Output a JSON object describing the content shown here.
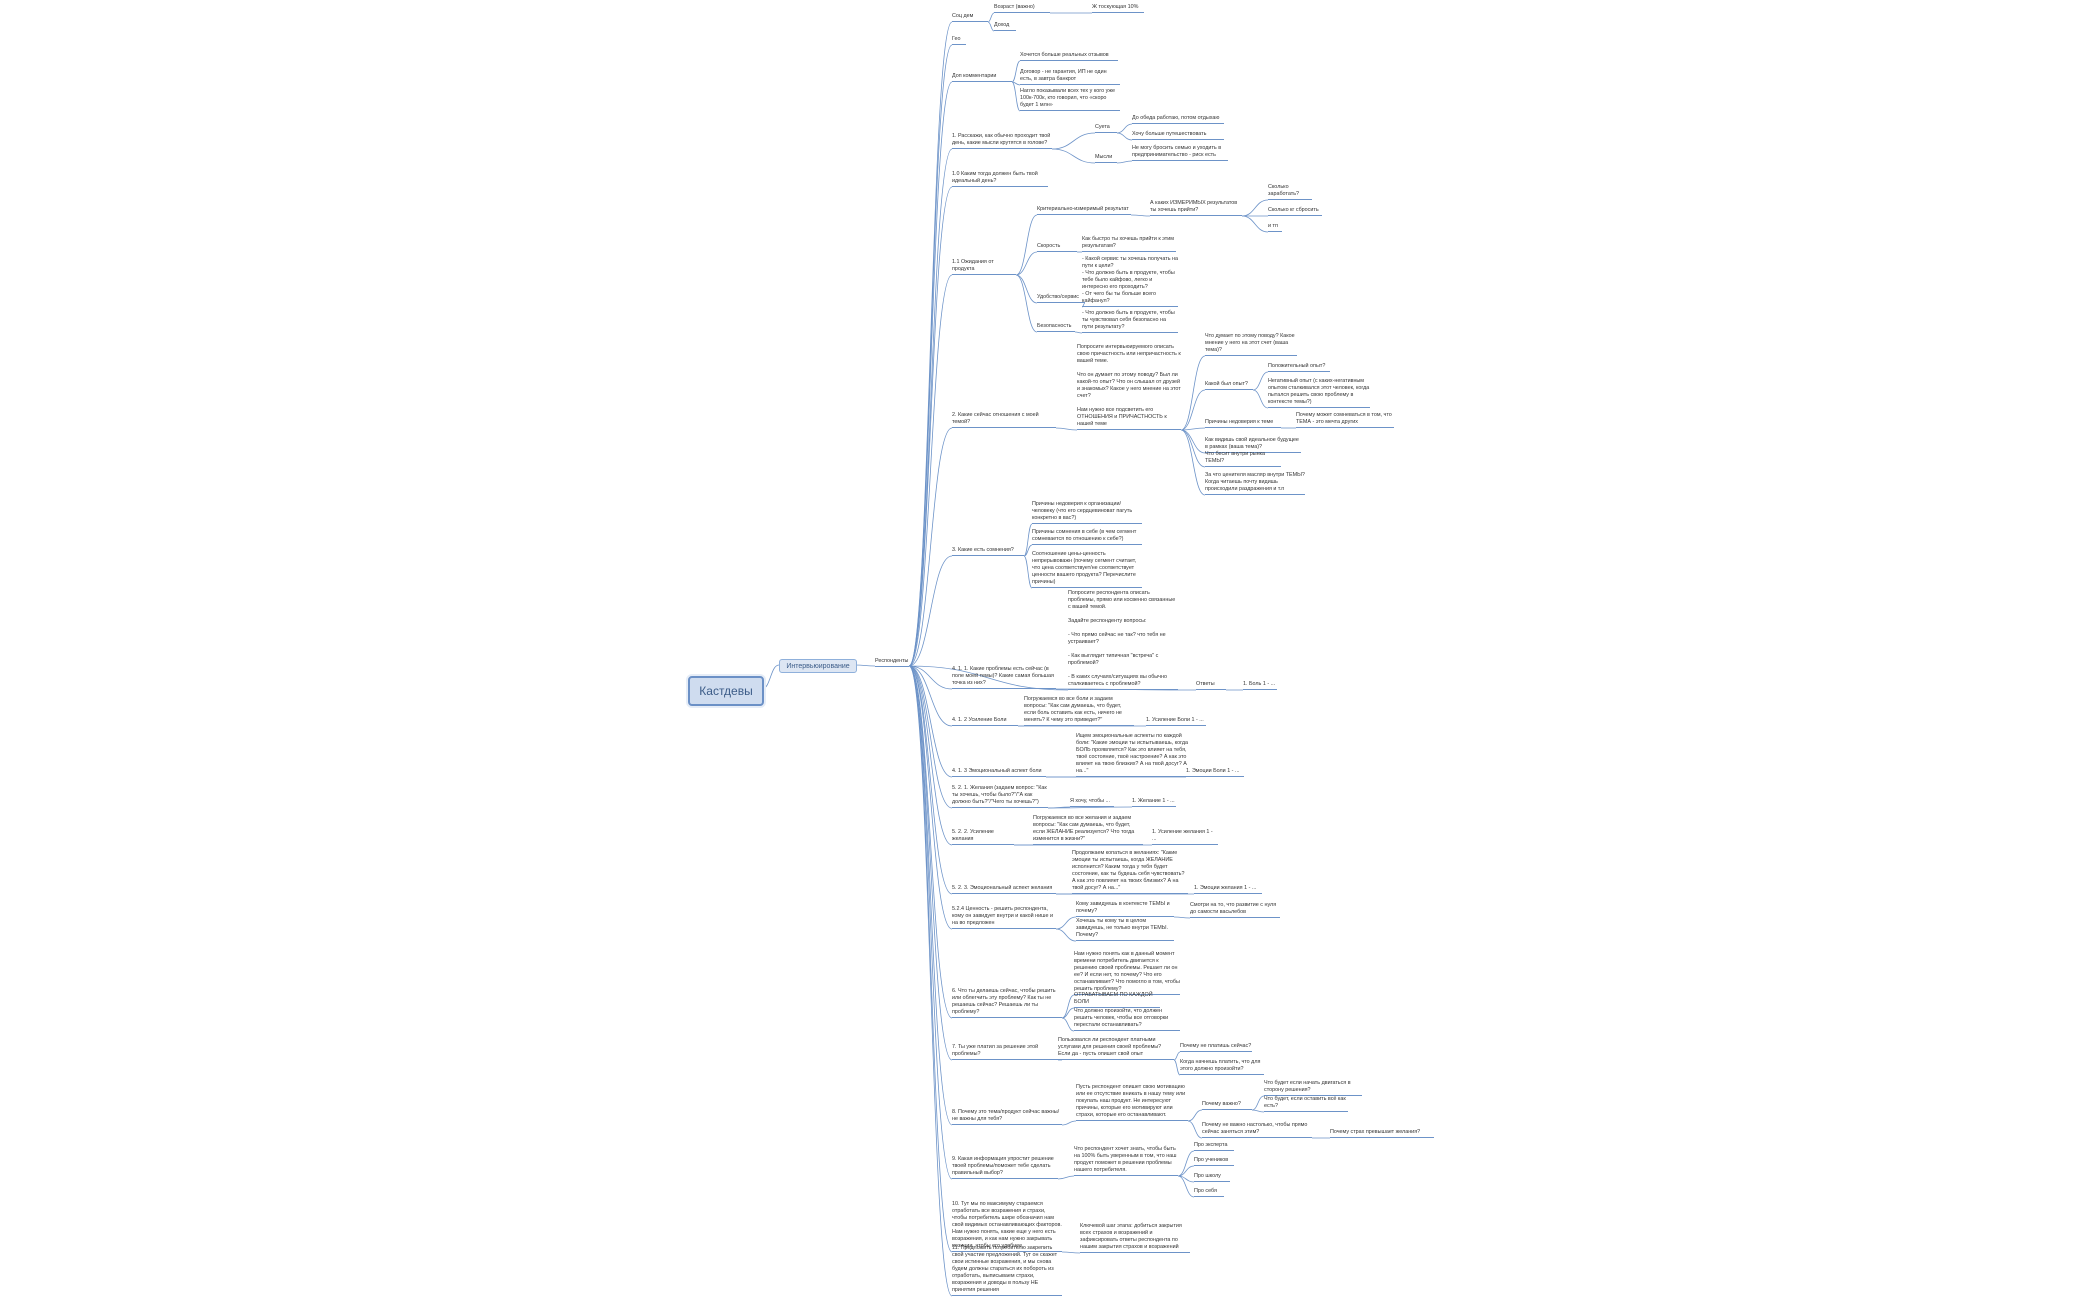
{
  "root": "Кастдевы",
  "main": "Интервьюирование",
  "branch": "Респонденты",
  "colors": {
    "line": "#6d93c8",
    "root_fill": "#cfdcef",
    "root_border": "#6b90c6",
    "main_fill": "#dde6f3"
  },
  "nodes": [
    {
      "t": "Соц дем"
    },
    {
      "t": "Возраст (важно)"
    },
    {
      "t": "Ж тоскующая 10%"
    },
    {
      "t": "Доход"
    },
    {
      "t": "Гео"
    },
    {
      "t": "Доп комментарии"
    },
    {
      "t": "Хочется больше реальных отзывов"
    },
    {
      "t": "Договор - не гарантия, ИП не один есть, в завтра банкрот"
    },
    {
      "t": "Нагло показывали всех тех у кого уже 100к-700к, кто говорил, что «скоро будет 1 млн»"
    },
    {
      "t": "1. Расскажи, как обычно проходит твой день, какие мысли крутятся в голове?"
    },
    {
      "t": "Суета"
    },
    {
      "t": "До обеда работаю, потом отдыхаю"
    },
    {
      "t": "Хочу больше путешествовать"
    },
    {
      "t": "Мысли"
    },
    {
      "t": "Не могу бросить семью и уходить в предпринимательство - риск есть"
    },
    {
      "t": "1.0 Каким тогда должен быть твой идеальный день?"
    },
    {
      "t": "1.1 Ожидания от продукта"
    },
    {
      "t": "Критериально-измеримый результат"
    },
    {
      "t": "А каких ИЗМЕРИМЫХ результатов ты хочешь прийти?"
    },
    {
      "t": "Сколько заработать?"
    },
    {
      "t": "Сколько кг сбросить"
    },
    {
      "t": "и тп"
    },
    {
      "t": "Скорость"
    },
    {
      "t": "Как быстро ты хочешь прийти к этим результатам?"
    },
    {
      "t": "Удобство/сервис"
    },
    {
      "t": "- Какой сервис ты хочешь получать на пути к цели?\n- Что должно быть в продукте, чтобы тебе было кайфово, легко и интересно его проходить?\n- От чего бы ты больше всего кайфанул?"
    },
    {
      "t": "Безопасность"
    },
    {
      "t": "- Что должно быть в продукте, чтобы ты чувствовал себя безопасно на пути результату?"
    },
    {
      "t": "2. Какие сейчас отношения с моей темой?"
    },
    {
      "t": "Попросите интервьюируемого описать свою причастность или непричастность к вашей теме.\n\nЧто он думает по этому поводу? Был ли какой-то опыт? Что он слышал от друзей и знакомых? Какое у него мнение на этот счет?\n\nНам нужно все подсветить его ОТНОШЕНИЯ и ПРИЧАСТНОСТЬ к нашей теме"
    },
    {
      "t": "Что думает по этому поводу? Какое мнение у него на этот счет (ваша тема)?"
    },
    {
      "t": "Какой был опыт?"
    },
    {
      "t": "Положительный опыт?"
    },
    {
      "t": "Негативный опыт (с каких-негативным опытом сталкивался этот человек, когда пытался решить свою проблему в контексте темы?)"
    },
    {
      "t": "Причины недоверия к теме"
    },
    {
      "t": "Почему может сомневаться в том, что ТЕМА - это мечта других"
    },
    {
      "t": "Как видишь свой идеальное будущее в рамках (ваша тема)?"
    },
    {
      "t": "Что бесит внутри рынка ТЕМЫ?"
    },
    {
      "t": "За что ценителя масляр внутри ТЕМЫ? Когда читаешь почту видишь происходили раздражения и т.п"
    },
    {
      "t": "3. Какие есть сомнения?"
    },
    {
      "t": "Причины недоверия к организации/ человеку (что его сердцевиноват пагуть конкретно в вас?)"
    },
    {
      "t": "Причины сомнения в себе (в чем сегмент сомневается по отношению к себе?)"
    },
    {
      "t": "Соотношение цены-ценность непрерывоважн (почему сегмент считает, что цена соответствует/не соответствует ценности вашего продукта? Перечислите причины)"
    },
    {
      "t": "Попросите респондента описать проблемы, прямо или косвенно связанные с вашей темой.\n\nЗадайте респонденту вопросы:\n\n- Что прямо сейчас не так? что тебя не устраивает?\n\n- Как выглядит типичная \"встреча\" с проблемой?\n\n- В каких случаях/ситуациях вы обычно сталкиваетесь с проблемой?"
    },
    {
      "t": "4. 1. 1. Какие проблемы есть сейчас (в поле моей темы)? Какие самая большая точка из них?"
    },
    {
      "t": "Ответы"
    },
    {
      "t": "1. Боль 1 - ..."
    },
    {
      "t": "4. 1. 2 Усиление Боли"
    },
    {
      "t": "Погружаемся во все боли и задаем вопросы: \"Как сам думаешь, что будет, если боль оставить как есть, ничего не менять? К чему это приведет?\""
    },
    {
      "t": "1. Усиление Боли 1 - ..."
    },
    {
      "t": "4. 1. 3 Эмоциональный аспект боли"
    },
    {
      "t": "Ищем эмоциональные аспекты по каждой боли: \"Какие эмоции ты испытываешь, когда БОЛЬ проявляется? Как это влияет на тебя, твоё состояние, твоё настроение? А как это влияет на твою близких? А на твой досуг? А на...\""
    },
    {
      "t": "1. Эмоции Боли 1 - ..."
    },
    {
      "t": "5. 2. 1. Желания (задаем вопрос: \"Как ты хочешь, чтобы было?\"/\"А как должно быть?\"/\"Чего ты хочешь?\")"
    },
    {
      "t": "Я хочу, чтобы ..."
    },
    {
      "t": "1. Желание 1 - ..."
    },
    {
      "t": "5. 2. 2. Усиление желания"
    },
    {
      "t": "Погружаемся во все желания и задаем вопросы: \"Как сам думаешь, что будет, если ЖЕЛАНИЕ реализуется? Что тогда изменится в жизни?\""
    },
    {
      "t": "1. Усиление желания 1 - ..."
    },
    {
      "t": "5. 2. 3. Эмоциональный аспект желания"
    },
    {
      "t": "Продолжаем копаться в желаниях: \"Какие эмоции ты испытаешь, когда ЖЕЛАНИЕ исполнится? Каким тогда у тебя будет состояние, как ты будешь себя чувствовать? А как это повлияет на твоих близких? А на твой досуг? А на...\""
    },
    {
      "t": "1. Эмоции желания 1 - ..."
    },
    {
      "t": "5.2.4 Ценность - решить респондента, кому он завидует внутри и какой нише и на во предложен"
    },
    {
      "t": "Кому завидуешь в контексте ТЕМЫ и почему?"
    },
    {
      "t": "Смотри на то, что развитие с нуля до самости васьлебов"
    },
    {
      "t": "Хочешь ты кому ты в целом завидуешь, не только внутри ТЕМЫ. Почему?"
    },
    {
      "t": "6. Что ты делаешь сейчас, чтобы решить или облегчить эту проблему? Как ты не решаешь сейчас? Решаешь ли ты проблему?"
    },
    {
      "t": "Нам нужно понять как в данный момент времени потребитель двигается к решению своей проблемы. Решает ли он ее? И если нет, то почему? Что его останавливает? Что помогло в том, чтобы решить проблему?"
    },
    {
      "t": "ОТРАБАТЫВАЕМ ПО КАЖДОЙ БОЛИ"
    },
    {
      "t": "Что должно произойти, что должен решить человек, чтобы все отговорки перестали останавливать?"
    },
    {
      "t": "7. Ты уже платил за решение этой проблемы?"
    },
    {
      "t": "Пользовался ли респондент платными услугами для решения своей проблемы? Если да - пусть опишет свой опыт"
    },
    {
      "t": "Почему не платишь сейчас?"
    },
    {
      "t": "Когда начнешь платить, что для этого должно произойти?"
    },
    {
      "t": "8. Почему это тема/продукт сейчас важны/ не важны для тебя?"
    },
    {
      "t": "Пусть респондент опишет свою мотивацию или ее отсутствие вникать в нашу тему или покупать наш продукт. Не интересуют причины, которые его мотивируют или страхи, которые его останавливают."
    },
    {
      "t": "Почему важно?"
    },
    {
      "t": "Что будет если начать двигаться в сторону решения?"
    },
    {
      "t": "Что будет, если оставить всё как есть?"
    },
    {
      "t": "Почему не важно настолько, чтобы прямо сейчас заняться этим?"
    },
    {
      "t": "Почему страх превышает желания?"
    },
    {
      "t": "9. Какая информация упростит решение твоей проблемы/поможет тебе сделать правильный выбор?"
    },
    {
      "t": "Что респондент хочет знать, чтобы быть на 100% быть уверенным в том, что наш продукт поможет в решении проблемы нашего потребителя."
    },
    {
      "t": "Про эксперта"
    },
    {
      "t": "Про учеников"
    },
    {
      "t": "Про школу"
    },
    {
      "t": "Про себя"
    },
    {
      "t": "10. Тут мы по максимуму стараемся отработать все возражения и страхи, чтобы потребитель шире обозначил нам свой видимых останавливающих факторов. Нам нужно понять, какие еще у него есть возражения, и как нам нужно закрывать позиции, чтобы его удобнее"
    },
    {
      "t": "Ключевой шаг этапа: добиться закрытия всех страхов и возражений и зафиксировать ответы респондента по нашим закрытия страхов и возражений"
    },
    {
      "t": "11. Предложить потребителю закрепить свой участие предложений. Тут он скажет свои истинные возражения, и мы снова будем должны стараться их побороть из отработать, выписываем страхи, возражения и доводы в пользу НЕ принятия решения"
    }
  ]
}
